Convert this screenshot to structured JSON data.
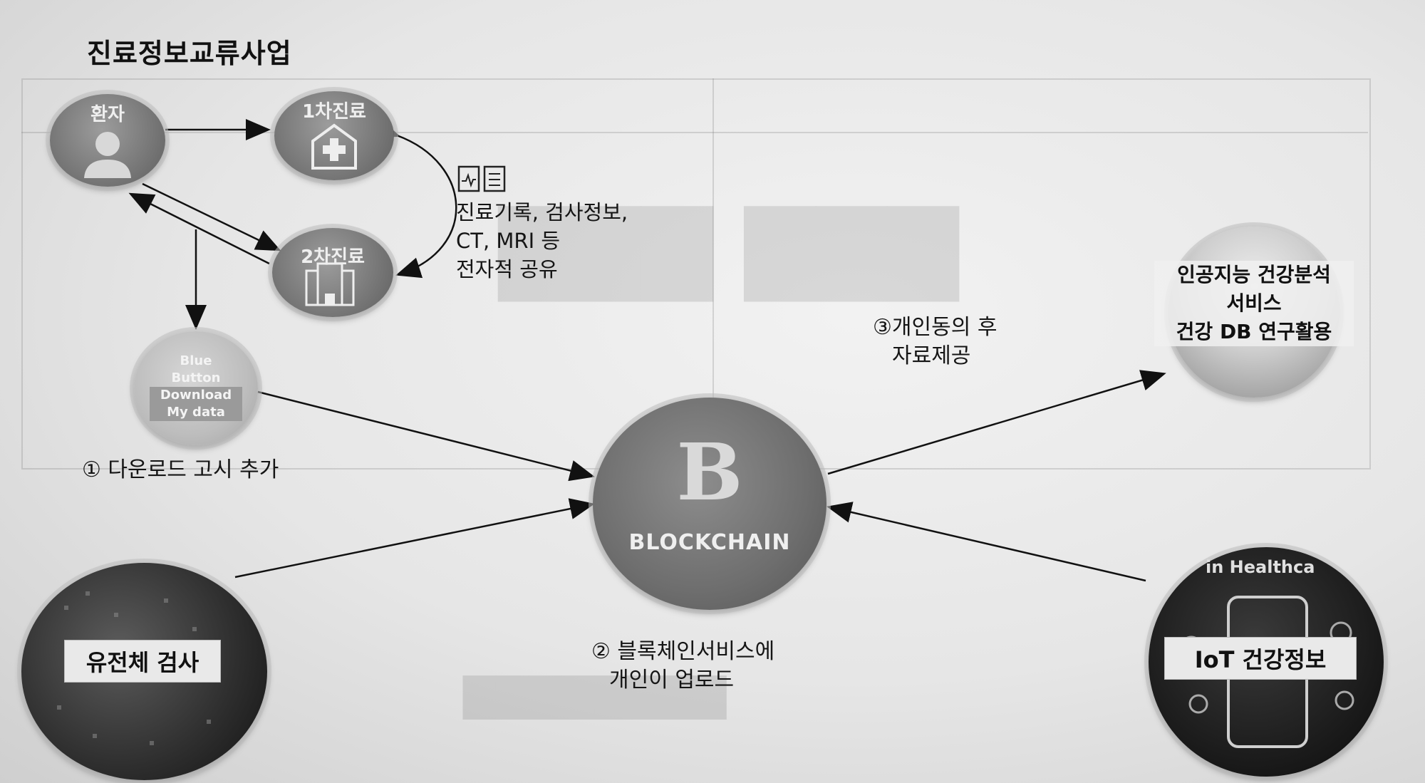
{
  "title": "진료정보교류사업",
  "nodes": {
    "patient": {
      "label": "환자"
    },
    "primary_care": {
      "label": "1차진료"
    },
    "secondary_care": {
      "label": "2차진료"
    },
    "blue_button": {
      "lines": [
        "Blue",
        "Button",
        "Download",
        "My data"
      ]
    },
    "blockchain": {
      "label": "BLOCKCHAIN",
      "glyph": "B"
    },
    "ai_service": {
      "lines": [
        "인공지능 건강분석",
        "서비스",
        "건강 DB 연구활용"
      ]
    },
    "genome": {
      "label": "유전체 검사"
    },
    "iot": {
      "label": "IoT 건강정보",
      "banner": "in Healthca"
    }
  },
  "annotations": {
    "shared_records": [
      "진료기록, 검사정보,",
      "CT, MRI 등",
      "전자적 공유"
    ],
    "step1": "① 다운로드 고시 추가",
    "step2": [
      "② 블록체인서비스에",
      "개인이 업로드"
    ],
    "step3": [
      "③개인동의 후",
      "자료제공"
    ]
  },
  "icons": [
    "hospital-icon",
    "building-icon",
    "document-icon",
    "person-icon",
    "bitcoin-icon",
    "smartphone-icon"
  ]
}
